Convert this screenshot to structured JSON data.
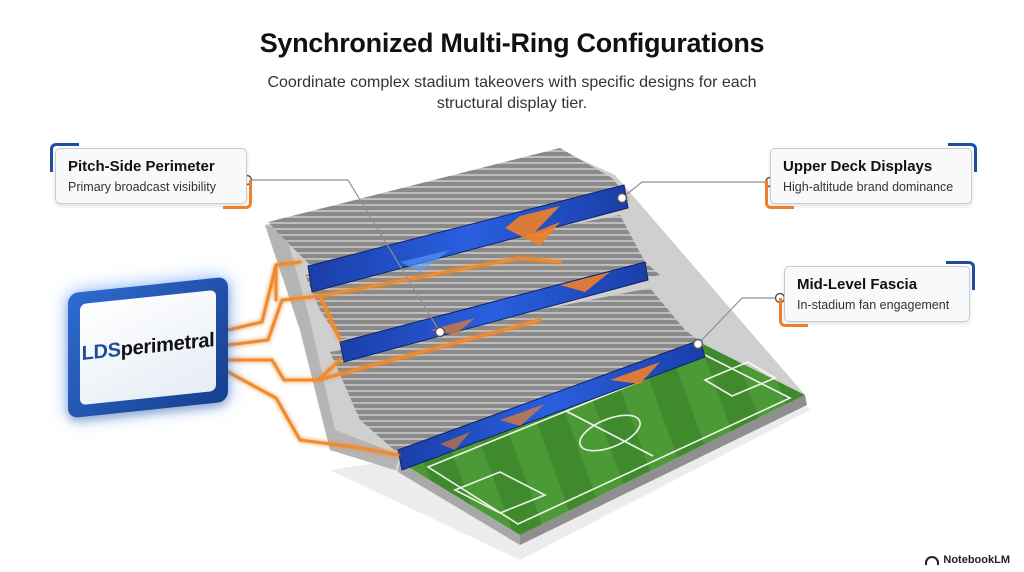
{
  "header": {
    "title": "Synchronized Multi-Ring Configurations",
    "subtitle": "Coordinate complex stadium takeovers with specific designs for each structural display tier."
  },
  "callouts": {
    "pitch_side": {
      "title": "Pitch-Side Perimeter",
      "desc": "Primary broadcast visibility"
    },
    "upper_deck": {
      "title": "Upper Deck Displays",
      "desc": "High-altitude brand dominance"
    },
    "mid_level": {
      "title": "Mid-Level Fascia",
      "desc": "In-stadium fan engagement"
    }
  },
  "hub": {
    "brand_part1": "LDS",
    "brand_part2": "perimetral"
  },
  "watermark": {
    "text": "NotebookLM"
  },
  "colors": {
    "accent_blue": "#1d4e9e",
    "accent_orange": "#ef7f2a",
    "led_blue": "#1e49c9",
    "pitch_green": "#3f8a2c",
    "concrete": "#c9c9c9"
  }
}
